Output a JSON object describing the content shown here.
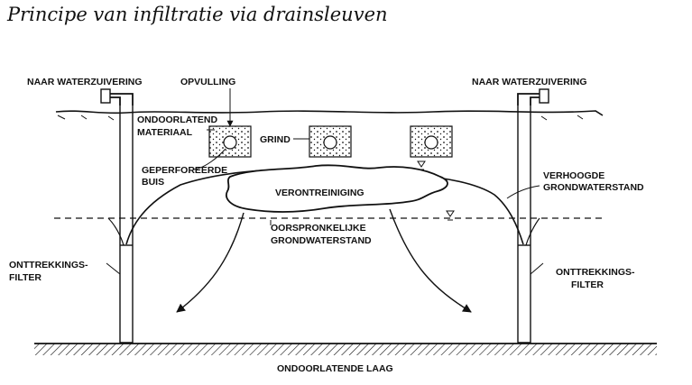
{
  "title": "Principe van infiltratie via drainsleuven",
  "labels": {
    "naar_waterzuivering_left": "NAAR WATERZUIVERING",
    "naar_waterzuivering_right": "NAAR WATERZUIVERING",
    "opvulling": "OPVULLING",
    "ondoorlatend_materiaal_1": "ONDOORLATEND",
    "ondoorlatend_materiaal_2": "MATERIAAL",
    "grind": "GRIND",
    "geperforeerde_buis_1": "GEPERFOREERDE",
    "geperforeerde_buis_2": "BUIS",
    "verontreiniging": "VERONTREINIGING",
    "verhoogde_grondwaterstand_1": "VERHOOGDE",
    "verhoogde_grondwaterstand_2": "GRONDWATERSTAND",
    "oorspronkelijke_grondwaterstand_1": "OORSPRONKELIJKE",
    "oorspronkelijke_grondwaterstand_2": "GRONDWATERSTAND",
    "onttrekkingsfilter_left_1": "ONTTREKKINGS-",
    "onttrekkingsfilter_left_2": "FILTER",
    "onttrekkingsfilter_right_1": "ONTTREKKINGS-",
    "onttrekkingsfilter_right_2": "FILTER",
    "ondoorlatende_laag": "ONDOORLATENDE LAAG"
  },
  "colors": {
    "ink": "#111111",
    "background": "#ffffff"
  }
}
